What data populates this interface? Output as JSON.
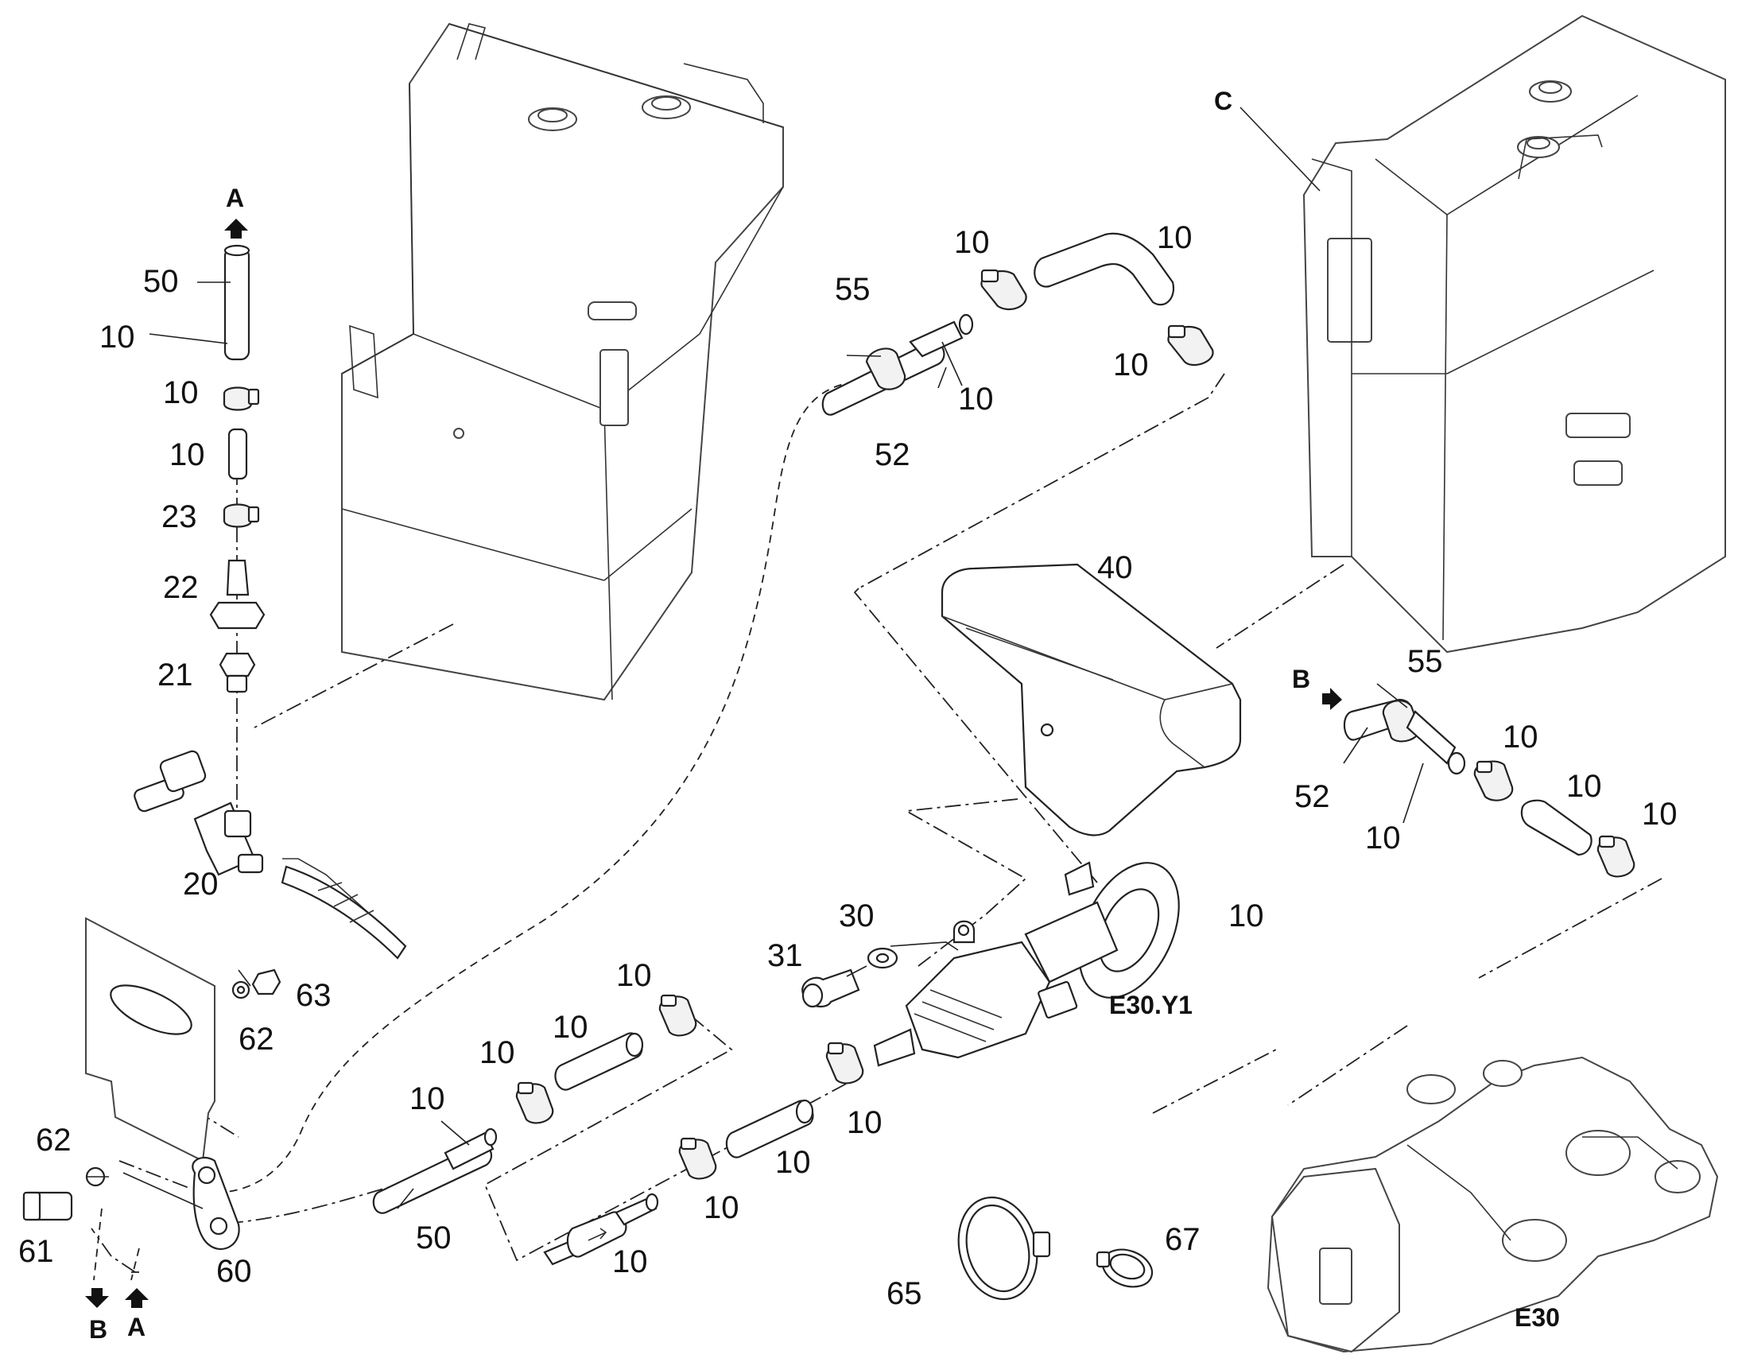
{
  "callouts": {
    "c50a": "50",
    "c10a": "10",
    "c10b": "10",
    "c10c": "10",
    "c23": "23",
    "c22": "22",
    "c21": "21",
    "c20": "20",
    "c55a": "55",
    "c10d": "10",
    "c10e": "10",
    "c10f": "10",
    "c10g": "10",
    "c52a": "52",
    "c40": "40",
    "c55b": "55",
    "c52b": "52",
    "c10h": "10",
    "c10i": "10",
    "c10j": "10",
    "c10k": "10",
    "c30": "30",
    "c31": "31",
    "c10l": "10",
    "c63": "63",
    "c62a": "62",
    "c62b": "62",
    "c61": "61",
    "c60": "60",
    "c10m": "10",
    "c10n": "10",
    "c10o": "10",
    "c10p": "10",
    "c50b": "50",
    "c10q": "10",
    "c10r": "10",
    "c10s": "10",
    "c10t": "10",
    "c65": "65",
    "c67": "67"
  },
  "refs": {
    "arrowA_top": "A",
    "arrowB_left": "B",
    "arrowB_bottom": "B",
    "arrowA_bottom": "A",
    "markC": "C",
    "e30y1": "E30.Y1",
    "e30": "E30"
  }
}
